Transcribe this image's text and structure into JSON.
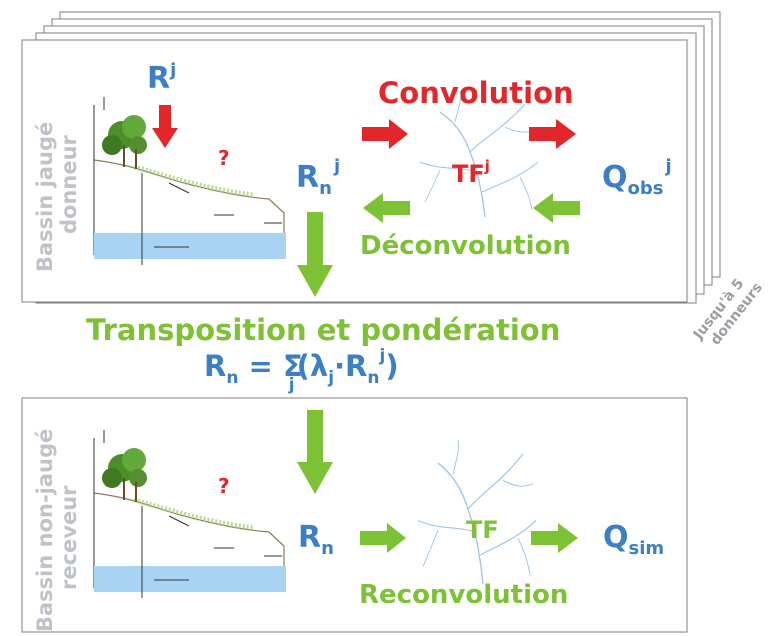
{
  "colors": {
    "blue": "#3d7fc4",
    "red": "#e3262a",
    "green": "#7dc134",
    "water": "#a9d3f3",
    "river": "#9ec4e6",
    "frame": "#7f7f7f",
    "side_label": "#bfc3c8"
  },
  "top": {
    "side_label_line1": "Bassin jaugé",
    "side_label_line2": "donneur",
    "rain": "R",
    "rain_sup": "j",
    "question": "?",
    "convolution": "Convolution",
    "deconvolution": "Déconvolution",
    "tf": "TF",
    "tf_sup": "j",
    "rn": "R",
    "rn_sub": "n",
    "rn_sup": "j",
    "q": "Q",
    "q_sub": "obs",
    "q_sup": "j",
    "stack_note_line1": "Jusqu'à 5",
    "stack_note_line2": "donneurs"
  },
  "middle": {
    "transposition": "Transposition et pondération",
    "eq_r": "R",
    "eq_r_sub": "n",
    "eq_equals": " = ",
    "eq_sigma": "Σ",
    "eq_sigma_sub": "j",
    "eq_open": "(λ",
    "eq_lambda_sub": "j",
    "eq_dot": "·R",
    "eq_rn_sub": "n",
    "eq_rn_sup": "j",
    "eq_close": ")"
  },
  "bottom": {
    "side_label_line1": "Bassin non-jaugé",
    "side_label_line2": "receveur",
    "question": "?",
    "rn": "R",
    "rn_sub": "n",
    "tf": "TF",
    "q": "Q",
    "q_sub": "sim",
    "reconvolution": "Reconvolution"
  }
}
